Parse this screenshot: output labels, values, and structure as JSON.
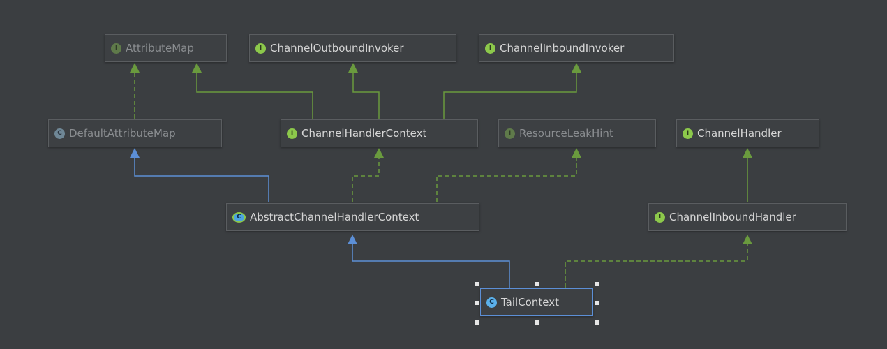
{
  "nodes": {
    "attribute_map": {
      "label": "AttributeMap",
      "badge": "I"
    },
    "channel_outbound_invoker": {
      "label": "ChannelOutboundInvoker",
      "badge": "I"
    },
    "channel_inbound_invoker": {
      "label": "ChannelInboundInvoker",
      "badge": "I"
    },
    "default_attribute_map": {
      "label": "DefaultAttributeMap",
      "badge": "C"
    },
    "channel_handler_context": {
      "label": "ChannelHandlerContext",
      "badge": "I"
    },
    "resource_leak_hint": {
      "label": "ResourceLeakHint",
      "badge": "I"
    },
    "channel_handler": {
      "label": "ChannelHandler",
      "badge": "I"
    },
    "abstract_channel_handler_context": {
      "label": "AbstractChannelHandlerContext",
      "badge": "C"
    },
    "channel_inbound_handler": {
      "label": "ChannelInboundHandler",
      "badge": "I"
    },
    "tail_context": {
      "label": "TailContext",
      "badge": "C"
    }
  },
  "colors": {
    "background": "#3b3e41",
    "implements_edge": "#6a9a3e",
    "extends_edge": "#5c8fd6",
    "selection": "#5c8fd6"
  }
}
